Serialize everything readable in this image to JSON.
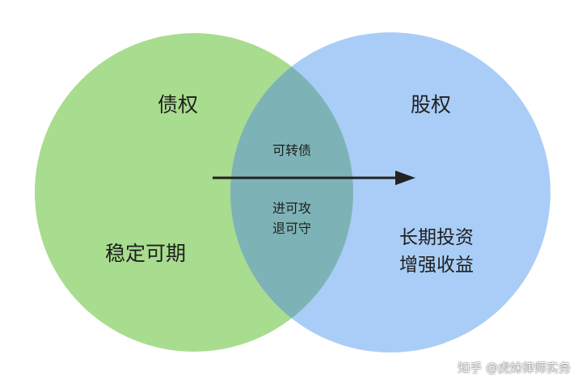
{
  "colors": {
    "left_circle": "#a8dc8e",
    "right_circle": "#a9cdf6",
    "overlap": "#7db3b6",
    "arrow": "#222222"
  },
  "left": {
    "title": "债权",
    "desc": "稳定可期"
  },
  "right": {
    "title": "股权",
    "desc_line1": "长期投资",
    "desc_line2": "增强收益"
  },
  "overlap": {
    "title": "可转债",
    "desc_line1": "进可攻",
    "desc_line2": "退可守"
  },
  "arrow": {
    "direction": "left-to-right",
    "icon": "arrow-right-icon"
  },
  "watermark": {
    "text": "知乎 @虎妹律师实务"
  }
}
